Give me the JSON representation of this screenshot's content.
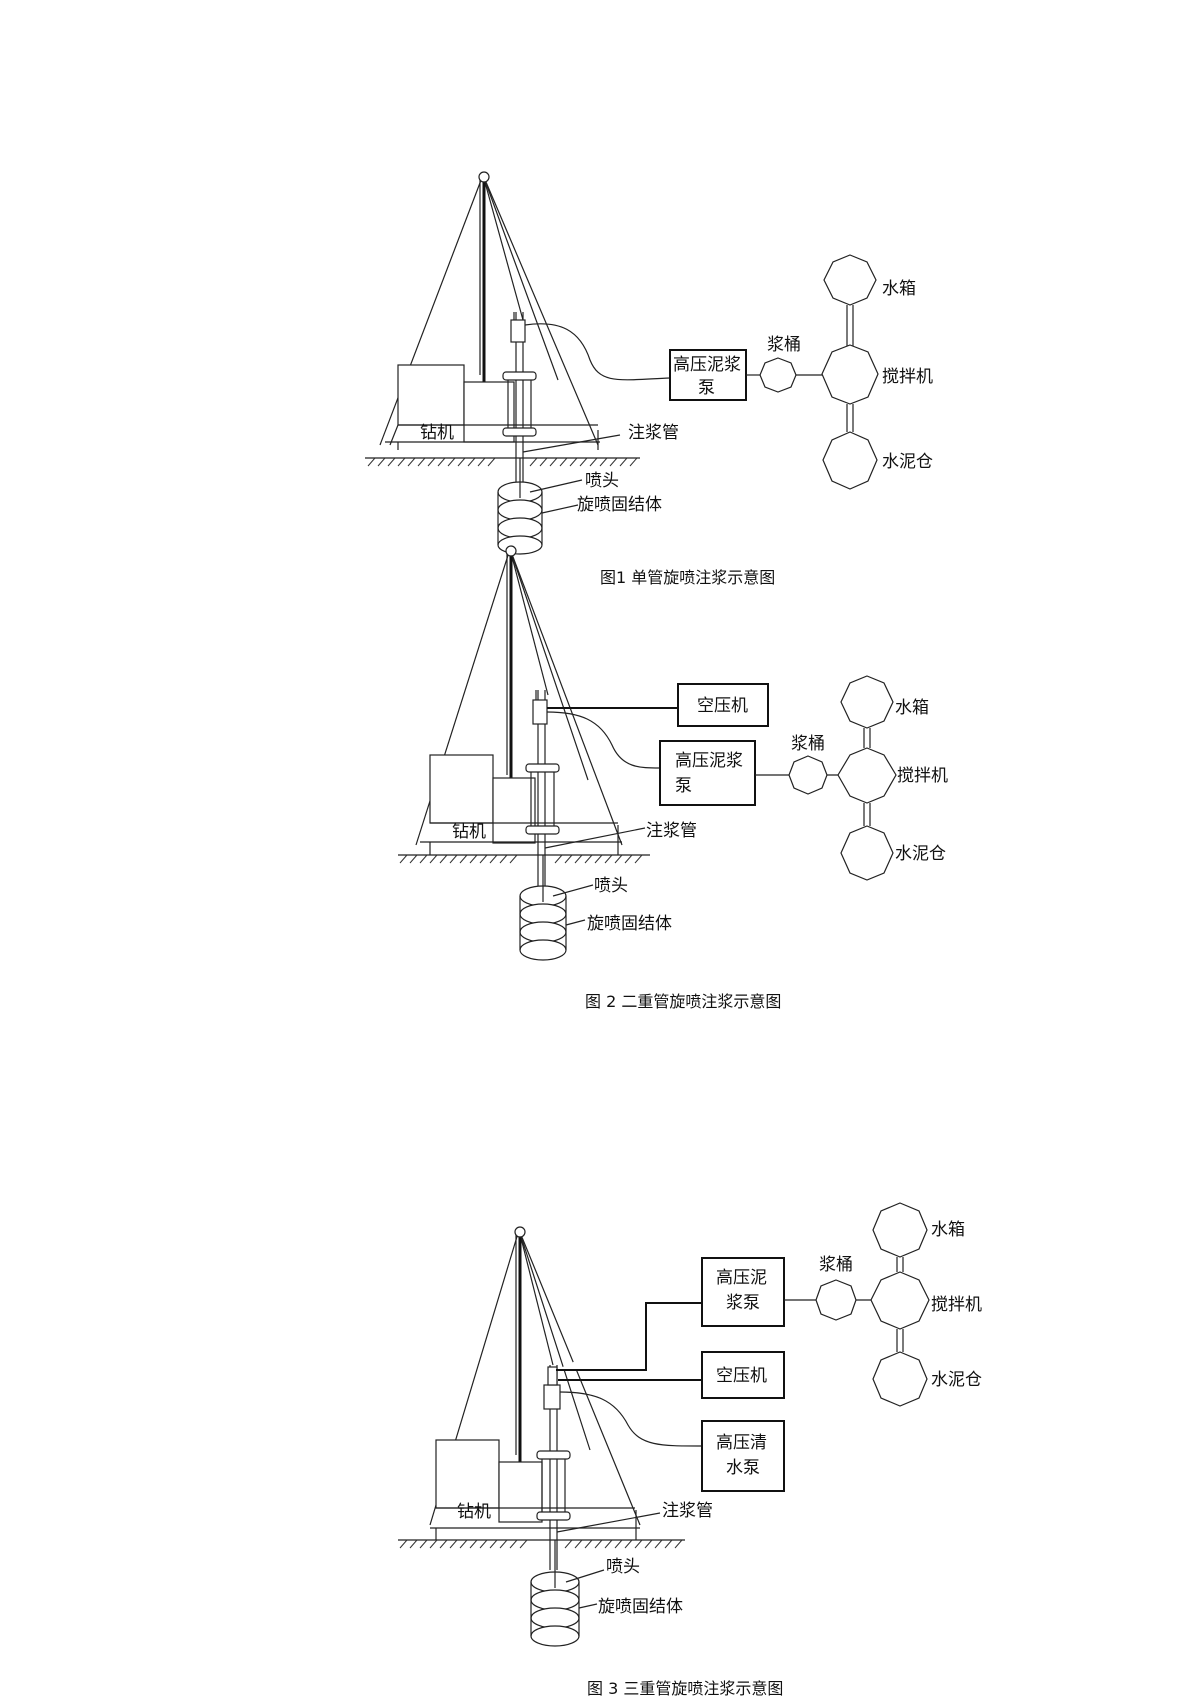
{
  "figures": [
    {
      "caption": "图1   单管旋喷注浆示意图",
      "rig": "钻机",
      "grout_pipe": "注浆管",
      "nozzle": "喷头",
      "jet_body": "旋喷固结体",
      "pump_line1": "高压泥浆",
      "pump_line2": "泵",
      "slurry_bucket": "浆桶",
      "water_tank": "水箱",
      "mixer": "搅拌机",
      "cement_silo": "水泥仓"
    },
    {
      "caption": "图 2   二重管旋喷注浆示意图",
      "rig": "钻机",
      "grout_pipe": "注浆管",
      "nozzle": "喷头",
      "jet_body": "旋喷固结体",
      "compressor": "空压机",
      "pump_line1": "高压泥浆",
      "pump_line2": "泵",
      "slurry_bucket": "浆桶",
      "water_tank": "水箱",
      "mixer": "搅拌机",
      "cement_silo": "水泥仓"
    },
    {
      "caption": "图 3   三重管旋喷注浆示意图",
      "rig": "钻机",
      "grout_pipe": "注浆管",
      "nozzle": "喷头",
      "jet_body": "旋喷固结体",
      "pump_line1": "高压泥",
      "pump_line2": "浆泵",
      "compressor": "空压机",
      "water_pump_line1": "高压清",
      "water_pump_line2": "水泵",
      "slurry_bucket": "浆桶",
      "water_tank": "水箱",
      "mixer": "搅拌机",
      "cement_silo": "水泥仓"
    }
  ]
}
